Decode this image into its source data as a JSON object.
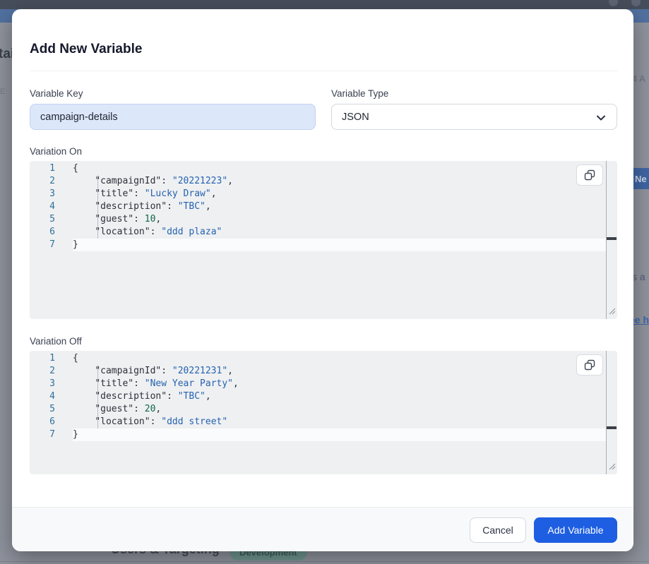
{
  "backdrop": {
    "fragments": {
      "left_heading": "tai",
      "left_small": "E",
      "top_right": "4 A",
      "new_button": "Ne",
      "right_text": "s a",
      "right_link": "ee h",
      "bottom_heading": "Users & Targeting",
      "bottom_badge": "Development"
    }
  },
  "modal": {
    "title": "Add New Variable",
    "fields": {
      "variable_key": {
        "label": "Variable Key",
        "value": "campaign-details"
      },
      "variable_type": {
        "label": "Variable Type",
        "value": "JSON"
      }
    },
    "editors": [
      {
        "label": "Variation On",
        "active_line": 7,
        "lines": [
          [
            {
              "text": "{",
              "type": "pl"
            }
          ],
          [
            {
              "text": "    ",
              "type": "pl"
            },
            {
              "text": "\"campaignId\"",
              "type": "key"
            },
            {
              "text": ": ",
              "type": "pl"
            },
            {
              "text": "\"20221223\"",
              "type": "str"
            },
            {
              "text": ",",
              "type": "pl"
            }
          ],
          [
            {
              "text": "    ",
              "type": "pl"
            },
            {
              "text": "\"title\"",
              "type": "key"
            },
            {
              "text": ": ",
              "type": "pl"
            },
            {
              "text": "\"Lucky Draw\"",
              "type": "str"
            },
            {
              "text": ",",
              "type": "pl"
            }
          ],
          [
            {
              "text": "    ",
              "type": "pl"
            },
            {
              "text": "\"description\"",
              "type": "key"
            },
            {
              "text": ": ",
              "type": "pl"
            },
            {
              "text": "\"TBC\"",
              "type": "str"
            },
            {
              "text": ",",
              "type": "pl"
            }
          ],
          [
            {
              "text": "    ",
              "type": "pl"
            },
            {
              "text": "\"guest\"",
              "type": "key"
            },
            {
              "text": ": ",
              "type": "pl"
            },
            {
              "text": "10",
              "type": "num"
            },
            {
              "text": ",",
              "type": "pl"
            }
          ],
          [
            {
              "text": "    ",
              "type": "pl"
            },
            {
              "text": "\"location\"",
              "type": "key"
            },
            {
              "text": ": ",
              "type": "pl"
            },
            {
              "text": "\"ddd plaza\"",
              "type": "str"
            }
          ],
          [
            {
              "text": "}",
              "type": "pl"
            }
          ]
        ]
      },
      {
        "label": "Variation Off",
        "active_line": 7,
        "lines": [
          [
            {
              "text": "{",
              "type": "pl"
            }
          ],
          [
            {
              "text": "    ",
              "type": "pl"
            },
            {
              "text": "\"campaignId\"",
              "type": "key"
            },
            {
              "text": ": ",
              "type": "pl"
            },
            {
              "text": "\"20221231\"",
              "type": "str"
            },
            {
              "text": ",",
              "type": "pl"
            }
          ],
          [
            {
              "text": "    ",
              "type": "pl"
            },
            {
              "text": "\"title\"",
              "type": "key"
            },
            {
              "text": ": ",
              "type": "pl"
            },
            {
              "text": "\"New Year Party\"",
              "type": "str"
            },
            {
              "text": ",",
              "type": "pl"
            }
          ],
          [
            {
              "text": "    ",
              "type": "pl"
            },
            {
              "text": "\"description\"",
              "type": "key"
            },
            {
              "text": ": ",
              "type": "pl"
            },
            {
              "text": "\"TBC\"",
              "type": "str"
            },
            {
              "text": ",",
              "type": "pl"
            }
          ],
          [
            {
              "text": "    ",
              "type": "pl"
            },
            {
              "text": "\"guest\"",
              "type": "key"
            },
            {
              "text": ": ",
              "type": "pl"
            },
            {
              "text": "20",
              "type": "num"
            },
            {
              "text": ",",
              "type": "pl"
            }
          ],
          [
            {
              "text": "    ",
              "type": "pl"
            },
            {
              "text": "\"location\"",
              "type": "key"
            },
            {
              "text": ": ",
              "type": "pl"
            },
            {
              "text": "\"ddd street\"",
              "type": "str"
            }
          ],
          [
            {
              "text": "}",
              "type": "pl"
            }
          ]
        ]
      }
    ],
    "footer": {
      "cancel_label": "Cancel",
      "submit_label": "Add Variable"
    }
  },
  "colors": {
    "accent_blue": "#1d5ee2",
    "editor_background": "#eff0f2",
    "editor_string": "#2563af",
    "editor_number": "#116644",
    "line_number": "#2f7099",
    "key_input_background": "#dde7fa",
    "navbar": "#474e5b",
    "overlay_gray": "#8f939d"
  }
}
